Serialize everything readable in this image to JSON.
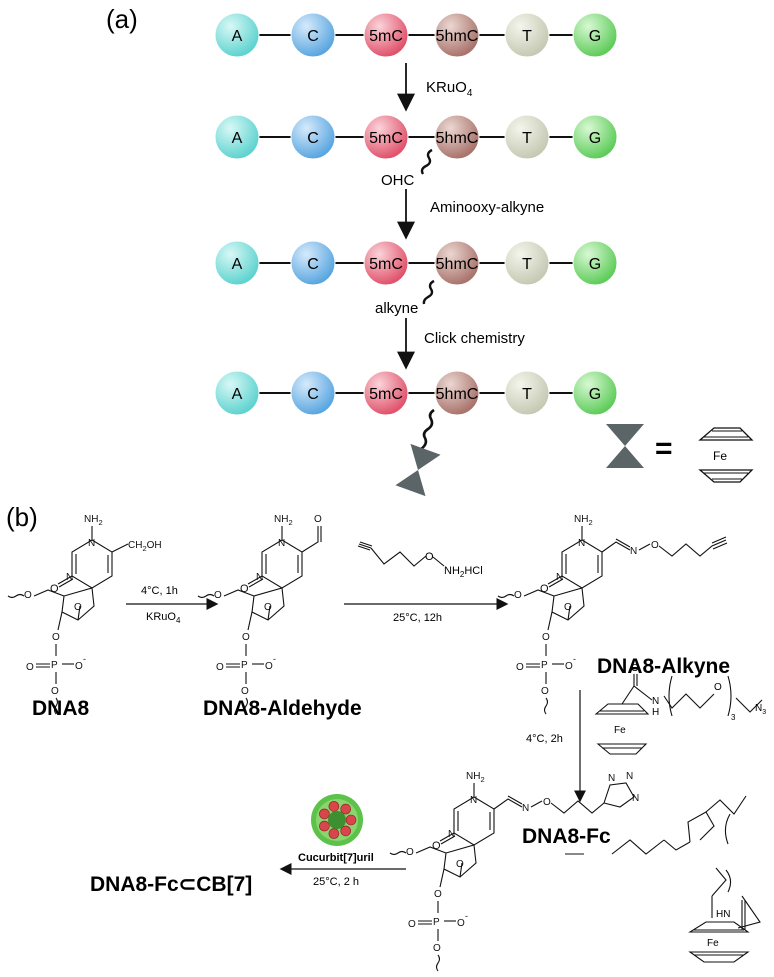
{
  "panel_a": {
    "label": "(a)",
    "nodes": [
      "A",
      "C",
      "5mC",
      "5hmC",
      "T",
      "G"
    ],
    "node_colors": [
      "#5fd3cf",
      "#5aa6e0",
      "#e0536b",
      "#a9746c",
      "#c6c9b3",
      "#5fcc5a"
    ],
    "mod_labels": [
      "OHC",
      "alkyne"
    ],
    "steps": {
      "step1": "KRuO",
      "step1_sub": "4",
      "step2": "Aminooxy-alkyne",
      "step3": "Click chemistry"
    },
    "legend": {
      "equals": "=",
      "fe": "Fe"
    }
  },
  "panel_b": {
    "label": "(b)",
    "compounds": {
      "dna8": "DNA8",
      "aldehyde": "DNA8-Aldehyde",
      "alkyne": "DNA8-Alkyne",
      "fc": "DNA8-Fc",
      "product": "DNA8-Fc⊂CB[7]"
    },
    "reagents": {
      "r1_top": "4°C, 1h",
      "r1_bottom": "KRuO",
      "r1_bottom_sub": "4",
      "r2_reagent": "NH",
      "r2_reagent_sub": "2",
      "r2_reagent_end": "HCl",
      "r2_o": "O",
      "r2_bottom": "25°C, 12h",
      "r3_cond": "4°C, 2h",
      "r3_reagent_o": "O",
      "r3_reagent_nh": "N",
      "r3_reagent_h": "H",
      "r3_o": "O",
      "r3_sub": "3",
      "r3_n3": "N",
      "r3_n3_sub": "3",
      "r3_fe": "Fe",
      "r4_name": "Cucurbit[7]uril",
      "r4_bottom": "25°C, 2 h"
    },
    "atoms": {
      "nh2": "NH",
      "nh2_sub": "2",
      "n": "N",
      "o": "O",
      "ch2oh": "CH",
      "ch2oh_sub": "2",
      "ch2oh_end": "OH",
      "p": "P",
      "o_minus": "O",
      "minus": "-",
      "hn": "HN",
      "fe": "Fe"
    }
  }
}
